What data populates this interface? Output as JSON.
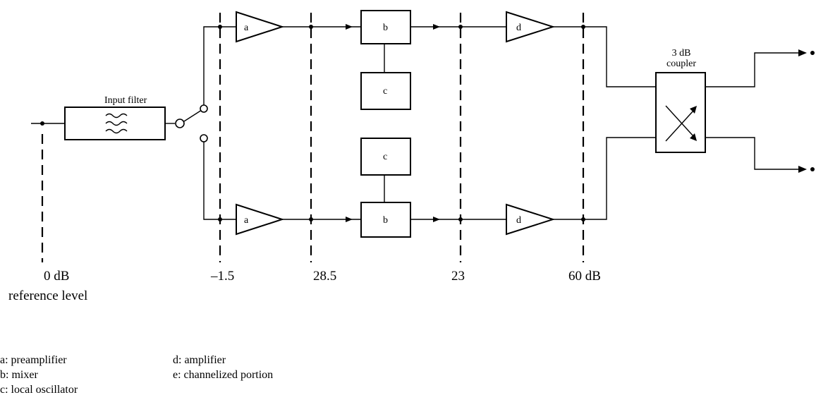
{
  "blocks": {
    "input_filter": "Input filter",
    "coupler_line1": "3 dB",
    "coupler_line2": "coupler",
    "preamp": "a",
    "mixer": "b",
    "local_osc": "c",
    "amplifier": "d"
  },
  "levels": {
    "ref_value": "0 dB",
    "ref_caption": "reference level",
    "after_switch": "–1.5",
    "after_preamp": "28.5",
    "after_mixer": "23",
    "after_amp": "60 dB"
  },
  "legend": {
    "col1": [
      "a: preamplifier",
      "b: mixer",
      "c: local oscillator"
    ],
    "col2": [
      "d: amplifier",
      "e: channelized portion"
    ]
  }
}
